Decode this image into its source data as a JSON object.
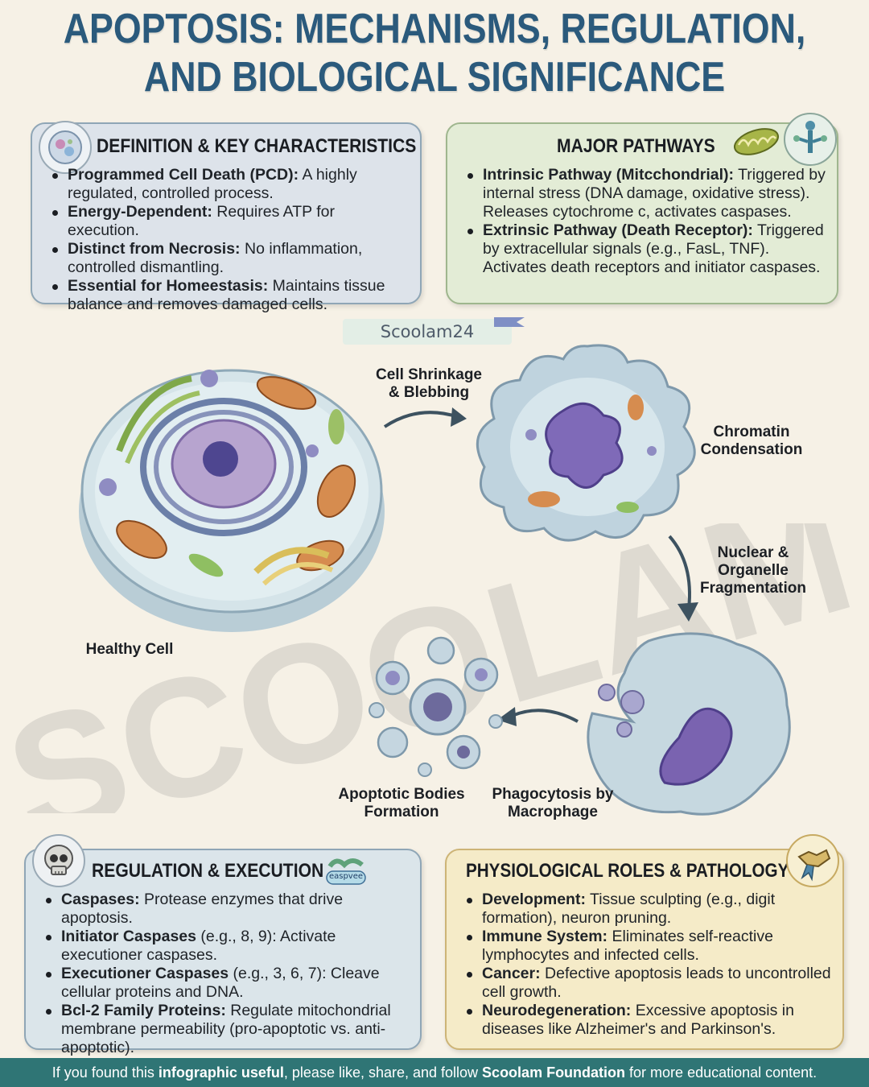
{
  "title": {
    "line1": "APOPTOSIS: MECHANISMS, REGULATION,",
    "line2": "AND BIOLOGICAL SIGNIFICANCE"
  },
  "definition": {
    "heading": "DEFINITION & KEY CHARACTERISTICS",
    "icon": "cell-icon",
    "items": [
      {
        "term": "Programmed Cell Death (PCD):",
        "text": " A highly regulated, controlled process."
      },
      {
        "term": "Energy-Dependent:",
        "text": " Requires ATP for execution."
      },
      {
        "term": "Distinct from Necrosis:",
        "text": " No inflammation, controlled dismantling."
      },
      {
        "term": "Essential for Homeestasis:",
        "text": " Maintains tissue balance and removes damaged cells."
      }
    ]
  },
  "pathways": {
    "heading": "MAJOR PATHWAYS",
    "icons": [
      "mitochondrion-icon",
      "death-receptor-icon"
    ],
    "items": [
      {
        "term": "Intrinsic Pathway (Mitcchondrial):",
        "text": " Triggered by internal stress (DNA damage, oxidative stress). Releases cytochrome c, activates caspases."
      },
      {
        "term": "Extrinsic Pathway (Death Receptor):",
        "text": " Triggered by extracellular signals (e.g., FasL, TNF). Activates death receptors and initiator caspases."
      }
    ]
  },
  "watermark_tag": "Scoolam24",
  "watermark_big": "SCOOLAM",
  "diagram": {
    "healthy_cell": "Healthy Cell",
    "shrinkage": "Cell Shrinkage\n& Blebbing",
    "chromatin": "Chromatin\nCondensation",
    "fragmentation": "Nuclear &\nOrganelle\nFragmentation",
    "bodies": "Apoptotic Bodies\nFormation",
    "phagocytosis": "Phagocytosis by\nMacrophage"
  },
  "regulation": {
    "heading": "REGULATION & EXECUTION",
    "icon": "skull-icon",
    "tag": "easpvee",
    "items": [
      {
        "term": "Caspases:",
        "text": " Protease enzymes that drive apoptosis."
      },
      {
        "term": "Initiator Caspases",
        "text": " (e.g., 8, 9): Activate executioner caspases."
      },
      {
        "term": "Executioner Caspases",
        "text": " (e.g., 3, 6, 7): Cleave cellular proteins and DNA."
      },
      {
        "term": "Bcl-2 Family Proteins:",
        "text": " Regulate mitochondrial membrane permeability (pro-apoptotic vs. anti-apoptotic)."
      }
    ]
  },
  "physiology": {
    "heading": "PHYSIOLOGICAL ROLES & PATHOLOGY",
    "icon": "handshake-ribbon-icon",
    "items": [
      {
        "term": "Development:",
        "text": " Tissue sculpting (e.g., digit formation), neuron pruning."
      },
      {
        "term": "Immune System:",
        "text": " Eliminates self-reactive lymphocytes and infected cells."
      },
      {
        "term": "Cancer:",
        "text": " Defective apoptosis leads to uncontrolled cell growth."
      },
      {
        "term": "Neurodegeneration:",
        "text": " Excessive apoptosis in diseases like Alzheimer's and Parkinson's."
      }
    ]
  },
  "footer": {
    "pre": "If you found this ",
    "bold1": "infographic useful",
    "mid": ", please like, share, and follow ",
    "bold2": "Scoolam Foundation",
    "post": " for more educational content."
  },
  "colors": {
    "title": "#2b5a7c",
    "footer_bg": "#2f7575",
    "definition_bg": "#dde3ea",
    "pathways_bg": "#e3ecd6",
    "regulation_bg": "#dbe5ea",
    "physiology_bg": "#f5ebc8"
  }
}
